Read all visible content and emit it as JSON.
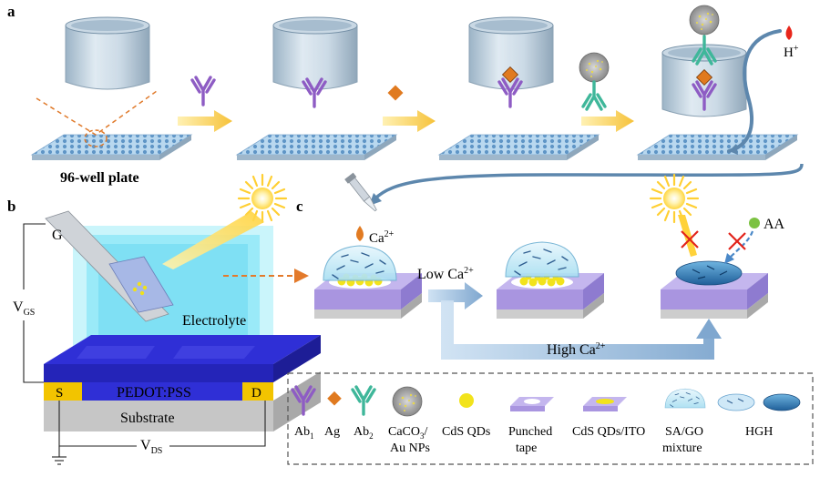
{
  "panels": {
    "a": "a",
    "b": "b",
    "c": "c"
  },
  "plate_label": "96-well plate",
  "h_plus": {
    "base": "H",
    "sup": "+"
  },
  "ca_add": {
    "base": "Ca",
    "sup": "2+"
  },
  "low_ca": {
    "base": "Low Ca",
    "sup": "2+"
  },
  "high_ca": {
    "base": "High Ca",
    "sup": "2+"
  },
  "aa_label": "AA",
  "device": {
    "gate": "G",
    "vgs": {
      "base": "V",
      "sub": "GS"
    },
    "vds": {
      "base": "V",
      "sub": "DS"
    },
    "electrolyte": "Electrolyte",
    "channel": "PEDOT:PSS",
    "source": "S",
    "drain": "D",
    "substrate": "Substrate"
  },
  "legend": {
    "ab1": {
      "base": "Ab",
      "sub": "1"
    },
    "ag": "Ag",
    "ab2": {
      "base": "Ab",
      "sub": "2"
    },
    "caco3": {
      "line1_base": "CaCO",
      "line1_sub": "3",
      "line1_tail": "/",
      "line2": "Au NPs"
    },
    "cds": "CdS QDs",
    "tape": {
      "line1": "Punched",
      "line2": "tape"
    },
    "cds_ito": "CdS QDs/ITO",
    "sago": {
      "line1": "SA/GO",
      "line2": "mixture"
    },
    "hgh": "HGH"
  },
  "colors": {
    "ab1": "#8e5cc4",
    "ag": "#e07a1f",
    "ab2": "#3fb79a",
    "channel": "#2f2fd6",
    "electrode": "#f2c400",
    "electrolyte": "#8fe8f8",
    "tape": "#b7a6e6",
    "qd": "#f0e11a",
    "gel": "#2c6fa8"
  }
}
